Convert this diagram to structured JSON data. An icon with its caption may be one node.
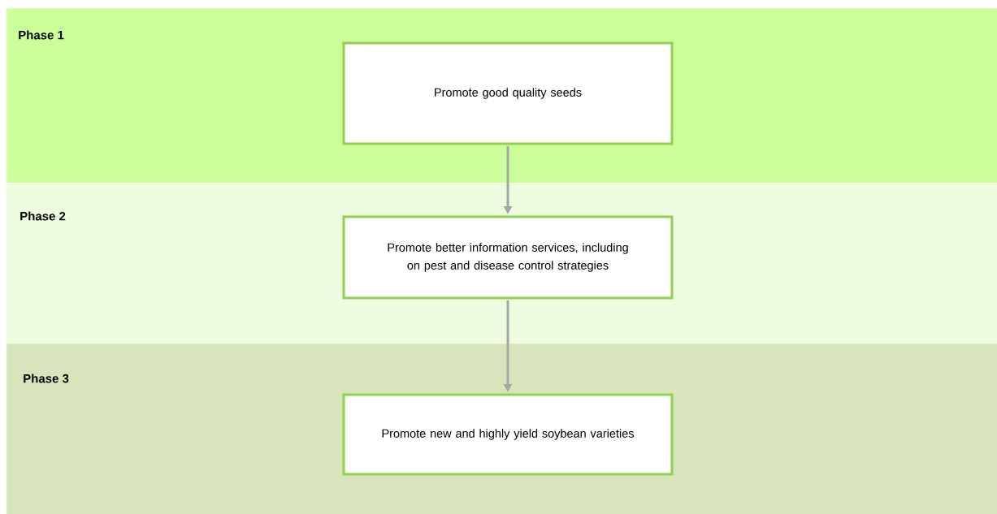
{
  "diagram": {
    "nodes": [
      {
        "text": [
          "Phase 1"
        ]
      },
      {
        "text": [
          "Promote good quality seeds"
        ],
        "in": 0
      },
      {
        "text": [
          "Phase 2"
        ]
      },
      {
        "text": [
          "Promote better information services, including on pest and disease control strategies"
        ],
        "in": 2
      },
      {
        "text": [
          "Phase 3"
        ]
      },
      {
        "text": [
          "Promote new and highly yield soybean varieties"
        ],
        "in": 4
      }
    ],
    "edges": [
      {
        "from": 1,
        "to": 3,
        "arrow": "to"
      },
      {
        "from": 3,
        "to": 5,
        "arrow": "to"
      }
    ]
  }
}
